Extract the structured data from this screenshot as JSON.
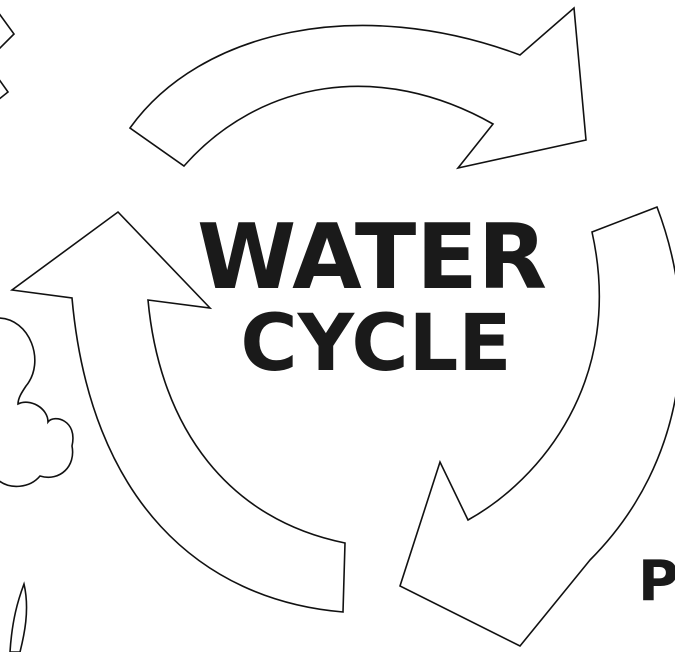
{
  "title": {
    "line1": "WATER",
    "line2": "CYCLE"
  },
  "cut_off_label": "P",
  "colors": {
    "ink": "#1a1a1a",
    "outline": "#111111",
    "background": "#ffffff"
  }
}
